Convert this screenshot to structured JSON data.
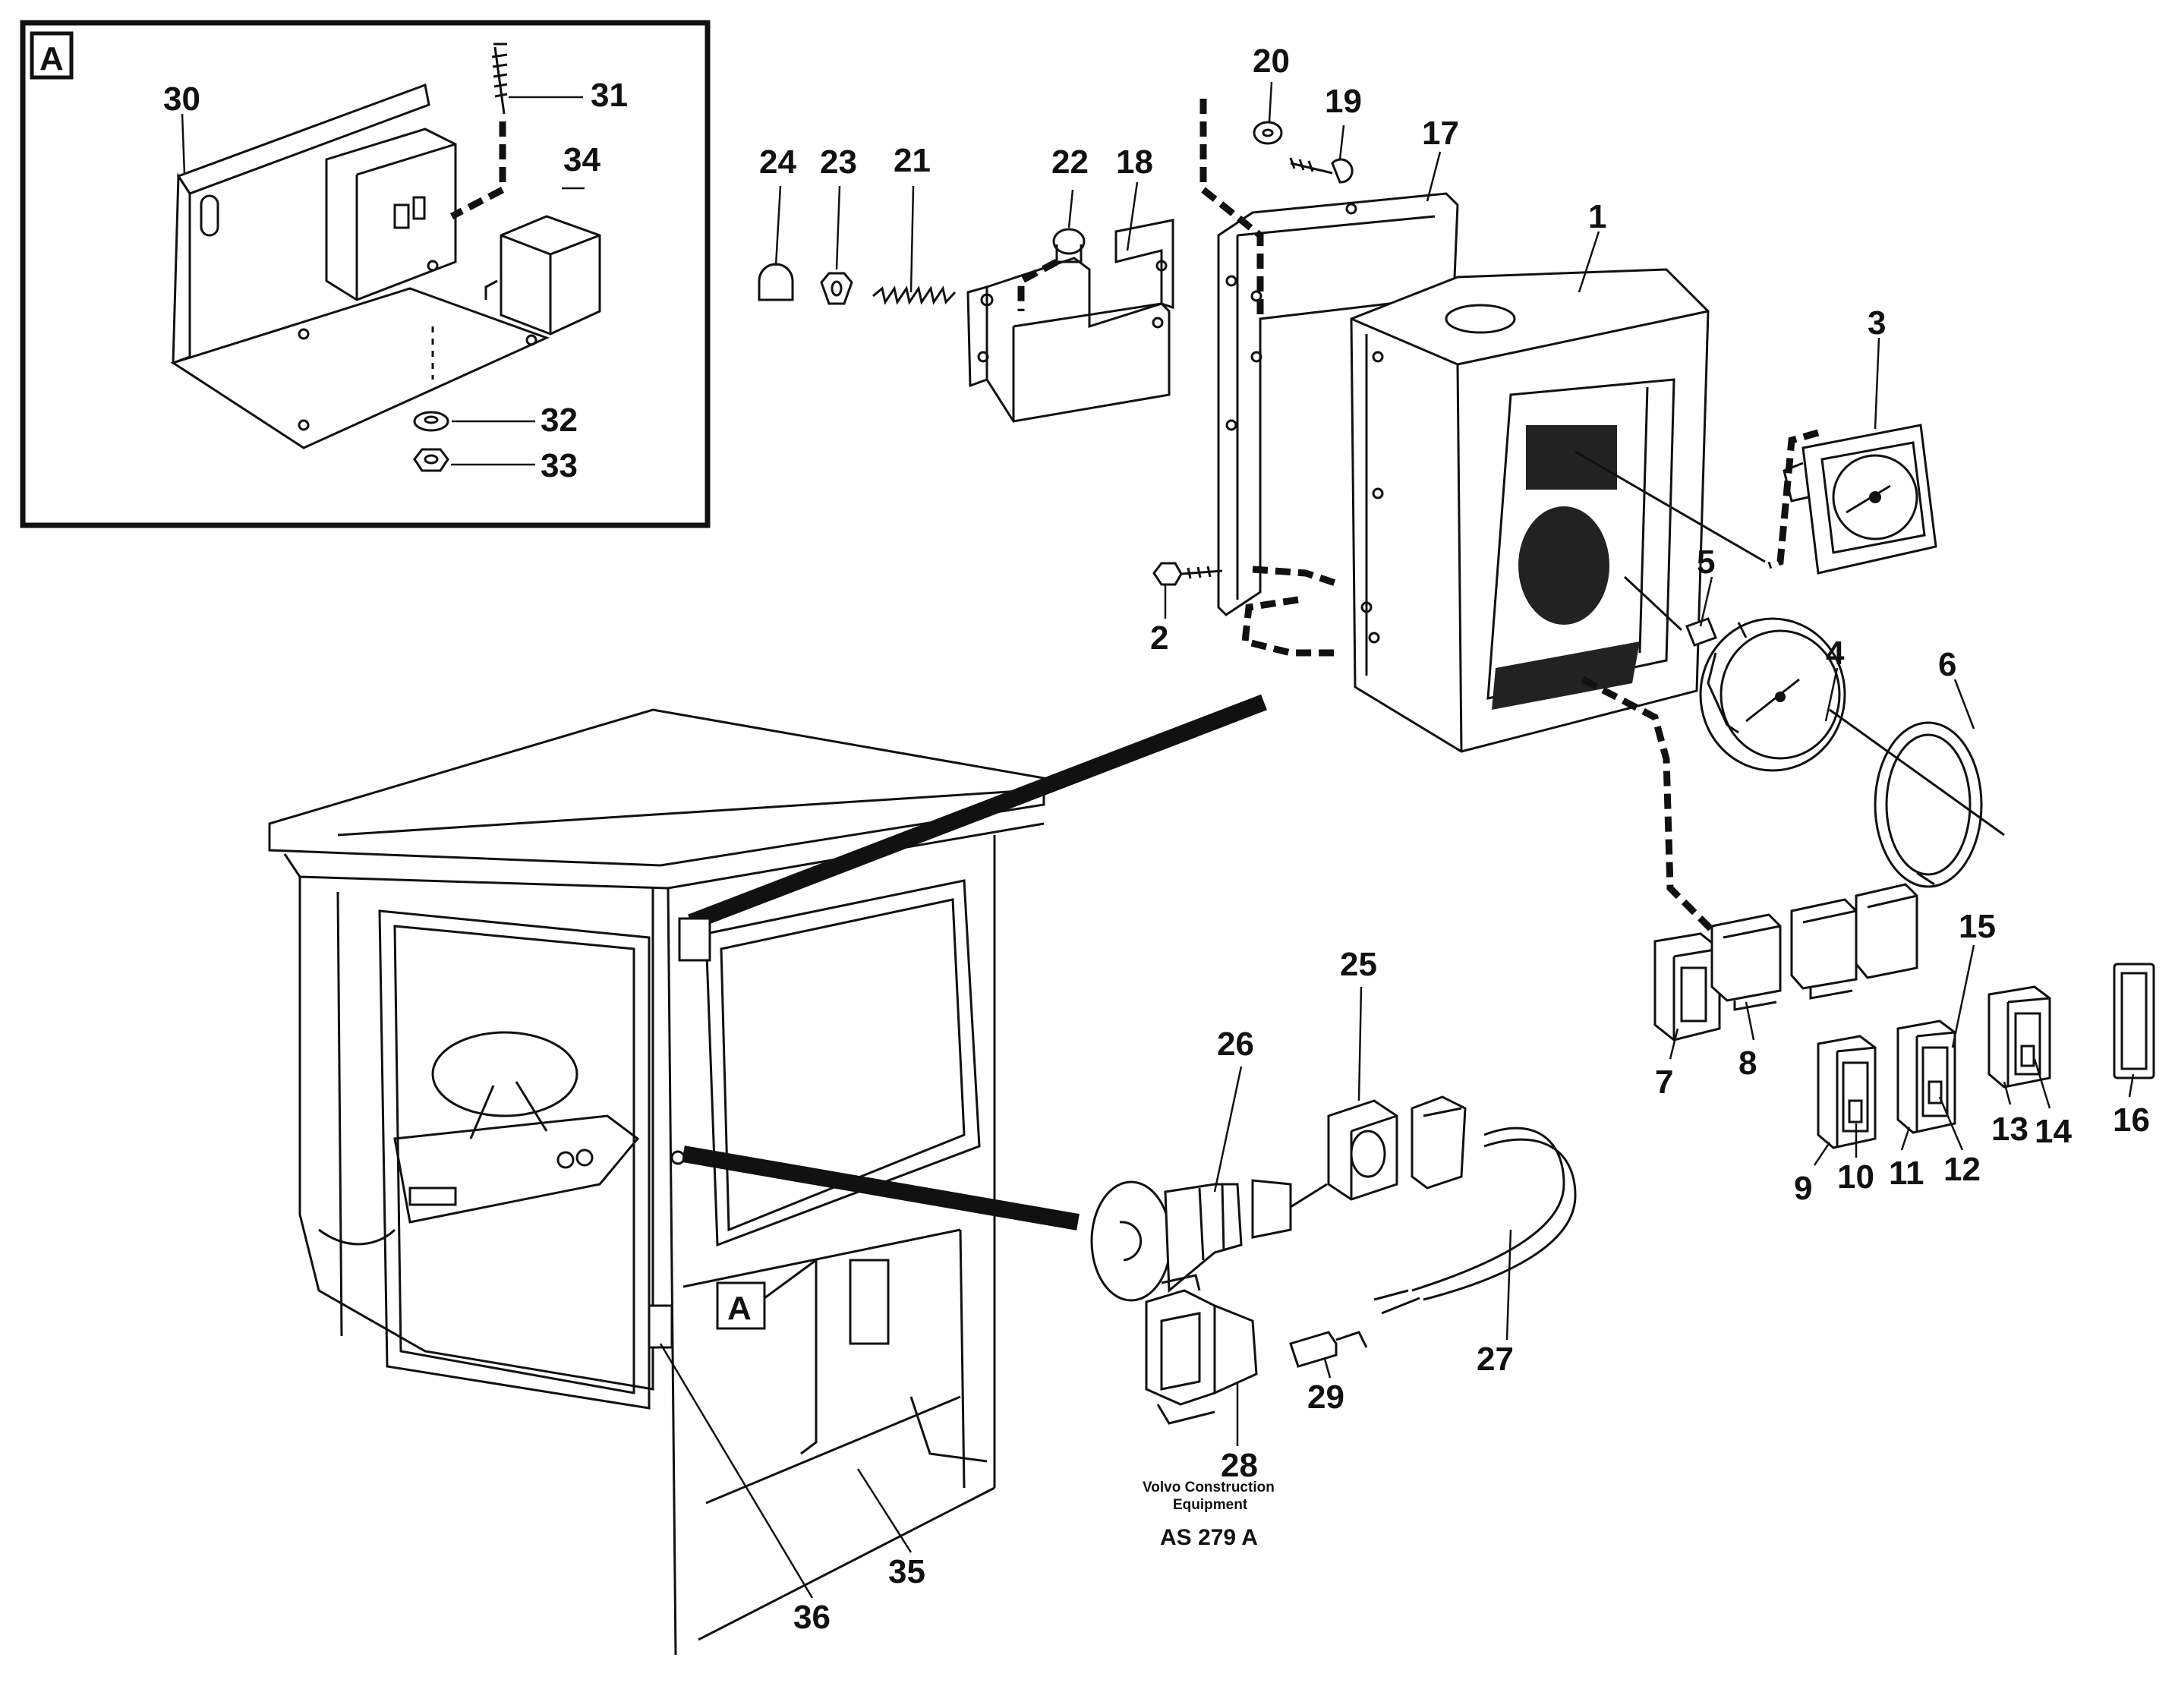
{
  "diagram": {
    "detail_tag": "A",
    "callout_tag": "A",
    "credit_line1": "Volvo Construction",
    "credit_line2": "Equipment",
    "drawing_code": "AS 279 A",
    "labels": [
      {
        "id": "1",
        "text": "1"
      },
      {
        "id": "2",
        "text": "2"
      },
      {
        "id": "3",
        "text": "3"
      },
      {
        "id": "4",
        "text": "4"
      },
      {
        "id": "5",
        "text": "5"
      },
      {
        "id": "6",
        "text": "6"
      },
      {
        "id": "7",
        "text": "7"
      },
      {
        "id": "8",
        "text": "8"
      },
      {
        "id": "9",
        "text": "9"
      },
      {
        "id": "10",
        "text": "10"
      },
      {
        "id": "11",
        "text": "11"
      },
      {
        "id": "12",
        "text": "12"
      },
      {
        "id": "13",
        "text": "13"
      },
      {
        "id": "14",
        "text": "14"
      },
      {
        "id": "15",
        "text": "15"
      },
      {
        "id": "16",
        "text": "16"
      },
      {
        "id": "17",
        "text": "17"
      },
      {
        "id": "18",
        "text": "18"
      },
      {
        "id": "19",
        "text": "19"
      },
      {
        "id": "20",
        "text": "20"
      },
      {
        "id": "21",
        "text": "21"
      },
      {
        "id": "22",
        "text": "22"
      },
      {
        "id": "23",
        "text": "23"
      },
      {
        "id": "24",
        "text": "24"
      },
      {
        "id": "25",
        "text": "25"
      },
      {
        "id": "26",
        "text": "26"
      },
      {
        "id": "27",
        "text": "27"
      },
      {
        "id": "28",
        "text": "28"
      },
      {
        "id": "29",
        "text": "29"
      },
      {
        "id": "30",
        "text": "30"
      },
      {
        "id": "31",
        "text": "31"
      },
      {
        "id": "32",
        "text": "32"
      },
      {
        "id": "33",
        "text": "33"
      },
      {
        "id": "34",
        "text": "34"
      },
      {
        "id": "35",
        "text": "35"
      },
      {
        "id": "36",
        "text": "36"
      }
    ]
  }
}
